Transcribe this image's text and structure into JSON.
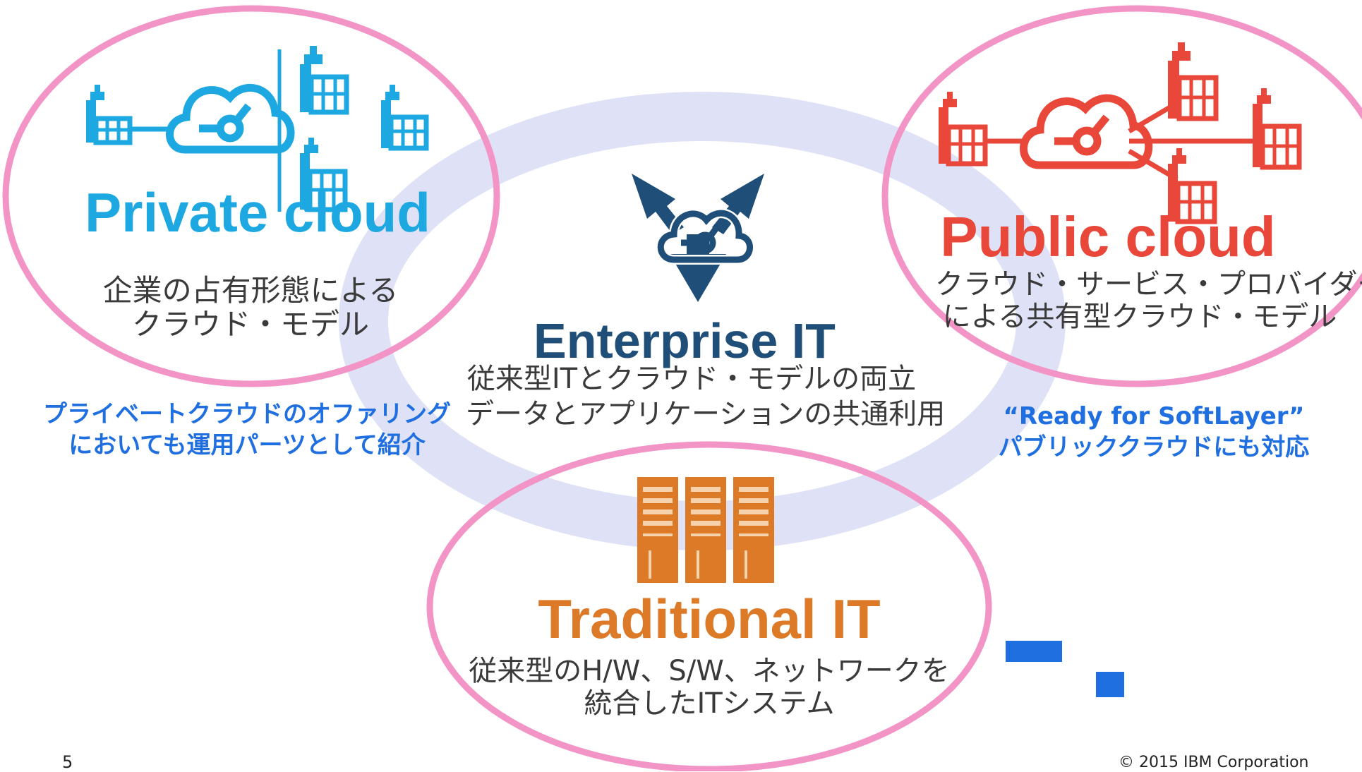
{
  "colors": {
    "private": "#1da8e2",
    "public": "#e8473a",
    "traditional": "#dd7a28",
    "enterprise": "#1f4e79",
    "ring": "#dfe2f6",
    "pink_circle": "#f294c6",
    "note_blue": "#1f6fe0",
    "desc_text": "#3a3a3a"
  },
  "private_cloud": {
    "title": "Private cloud",
    "desc_lines": [
      "企業の占有形態による",
      "クラウド・モデル"
    ],
    "note_lines": [
      "プライベートクラウドのオファリング",
      "においても運用パーツとして紹介"
    ],
    "icons": [
      "building-icon",
      "cloud-icon",
      "building-icon",
      "building-icon",
      "building-icon"
    ]
  },
  "public_cloud": {
    "title": "Public cloud",
    "desc_lines": [
      "クラウド・サービス・プロバイダー",
      "による共有型クラウド・モデル"
    ],
    "note_lines": [
      "“Ready for SoftLayer”",
      "パブリッククラウドにも対応"
    ],
    "icons": [
      "building-icon",
      "cloud-icon",
      "building-icon",
      "building-icon",
      "building-icon"
    ]
  },
  "enterprise_it": {
    "title": "Enterprise IT",
    "desc_lines": [
      "従来型ITとクラウド・モデルの両立",
      "データとアプリケーションの共通利用"
    ],
    "icon": "cloud-arrows-icon"
  },
  "traditional_it": {
    "title": "Traditional IT",
    "desc_lines": [
      "従来型のH/W、S/W、ネットワークを",
      "統合したITシステム"
    ],
    "icon": "server-rack-icon"
  },
  "footer": {
    "page_number": "5",
    "copyright": "© 2015 IBM Corporation"
  }
}
